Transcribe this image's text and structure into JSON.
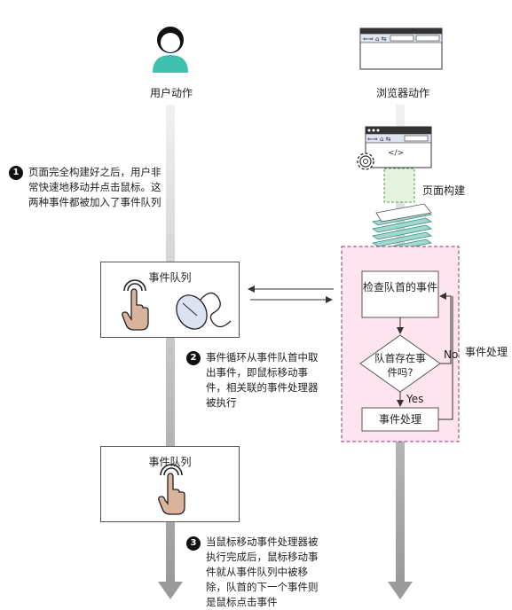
{
  "actors": {
    "user_label": "用户动作",
    "browser_label": "浏览器动作"
  },
  "page_build_label": "页面构建",
  "browser_code_glyph": "</>",
  "event_processing_label": "事件处理",
  "queue_box_1": {
    "title": "事件队列"
  },
  "queue_box_2": {
    "title": "事件队列"
  },
  "flowchart": {
    "check_head": "检查队首的事件",
    "decision": "队首存在事件吗?",
    "yes": "Yes",
    "no": "No",
    "process": "事件处理"
  },
  "notes": [
    {
      "number": "1",
      "text": "页面完全构建好之后，用户非常快速地移动并点击鼠标。这两种事件都被加入了事件队列"
    },
    {
      "number": "2",
      "text": "事件循环从事件队首中取出事件，即鼠标移动事件，相关联的事件处理器被执行"
    },
    {
      "number": "3",
      "text": "当鼠标移动事件处理器被执行完成后，鼠标移动事件就从事件队列中被移除，队首的下一个事件则是鼠标点击事件"
    }
  ],
  "colors": {
    "user_avatar": "#3fbfb0",
    "timeline": "#a0a0a0",
    "event_region_fill": "#fde4ef",
    "event_region_border": "#8a3a6a",
    "paper_stack": "#9fd8cc",
    "hand_fill": "#d9b49a"
  },
  "icons": [
    "user-avatar-icon",
    "browser-window-icon",
    "gear-icon",
    "paper-stack-icon",
    "hand-pointer-icon",
    "mouse-icon"
  ]
}
